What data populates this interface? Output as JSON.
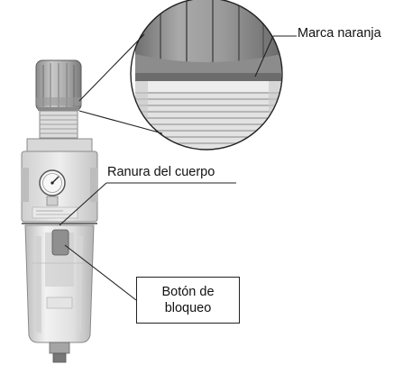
{
  "labels": {
    "marca_naranja": "Marca naranja",
    "ranura_del_cuerpo": "Ranura del cuerpo",
    "boton_line1": "Botón de",
    "boton_line2": "bloqueo"
  },
  "colors": {
    "background": "#ffffff",
    "metal_light": "#e6e6e6",
    "metal_mid": "#bdbdbd",
    "metal_dark": "#6e6e6e",
    "line": "#222222"
  }
}
